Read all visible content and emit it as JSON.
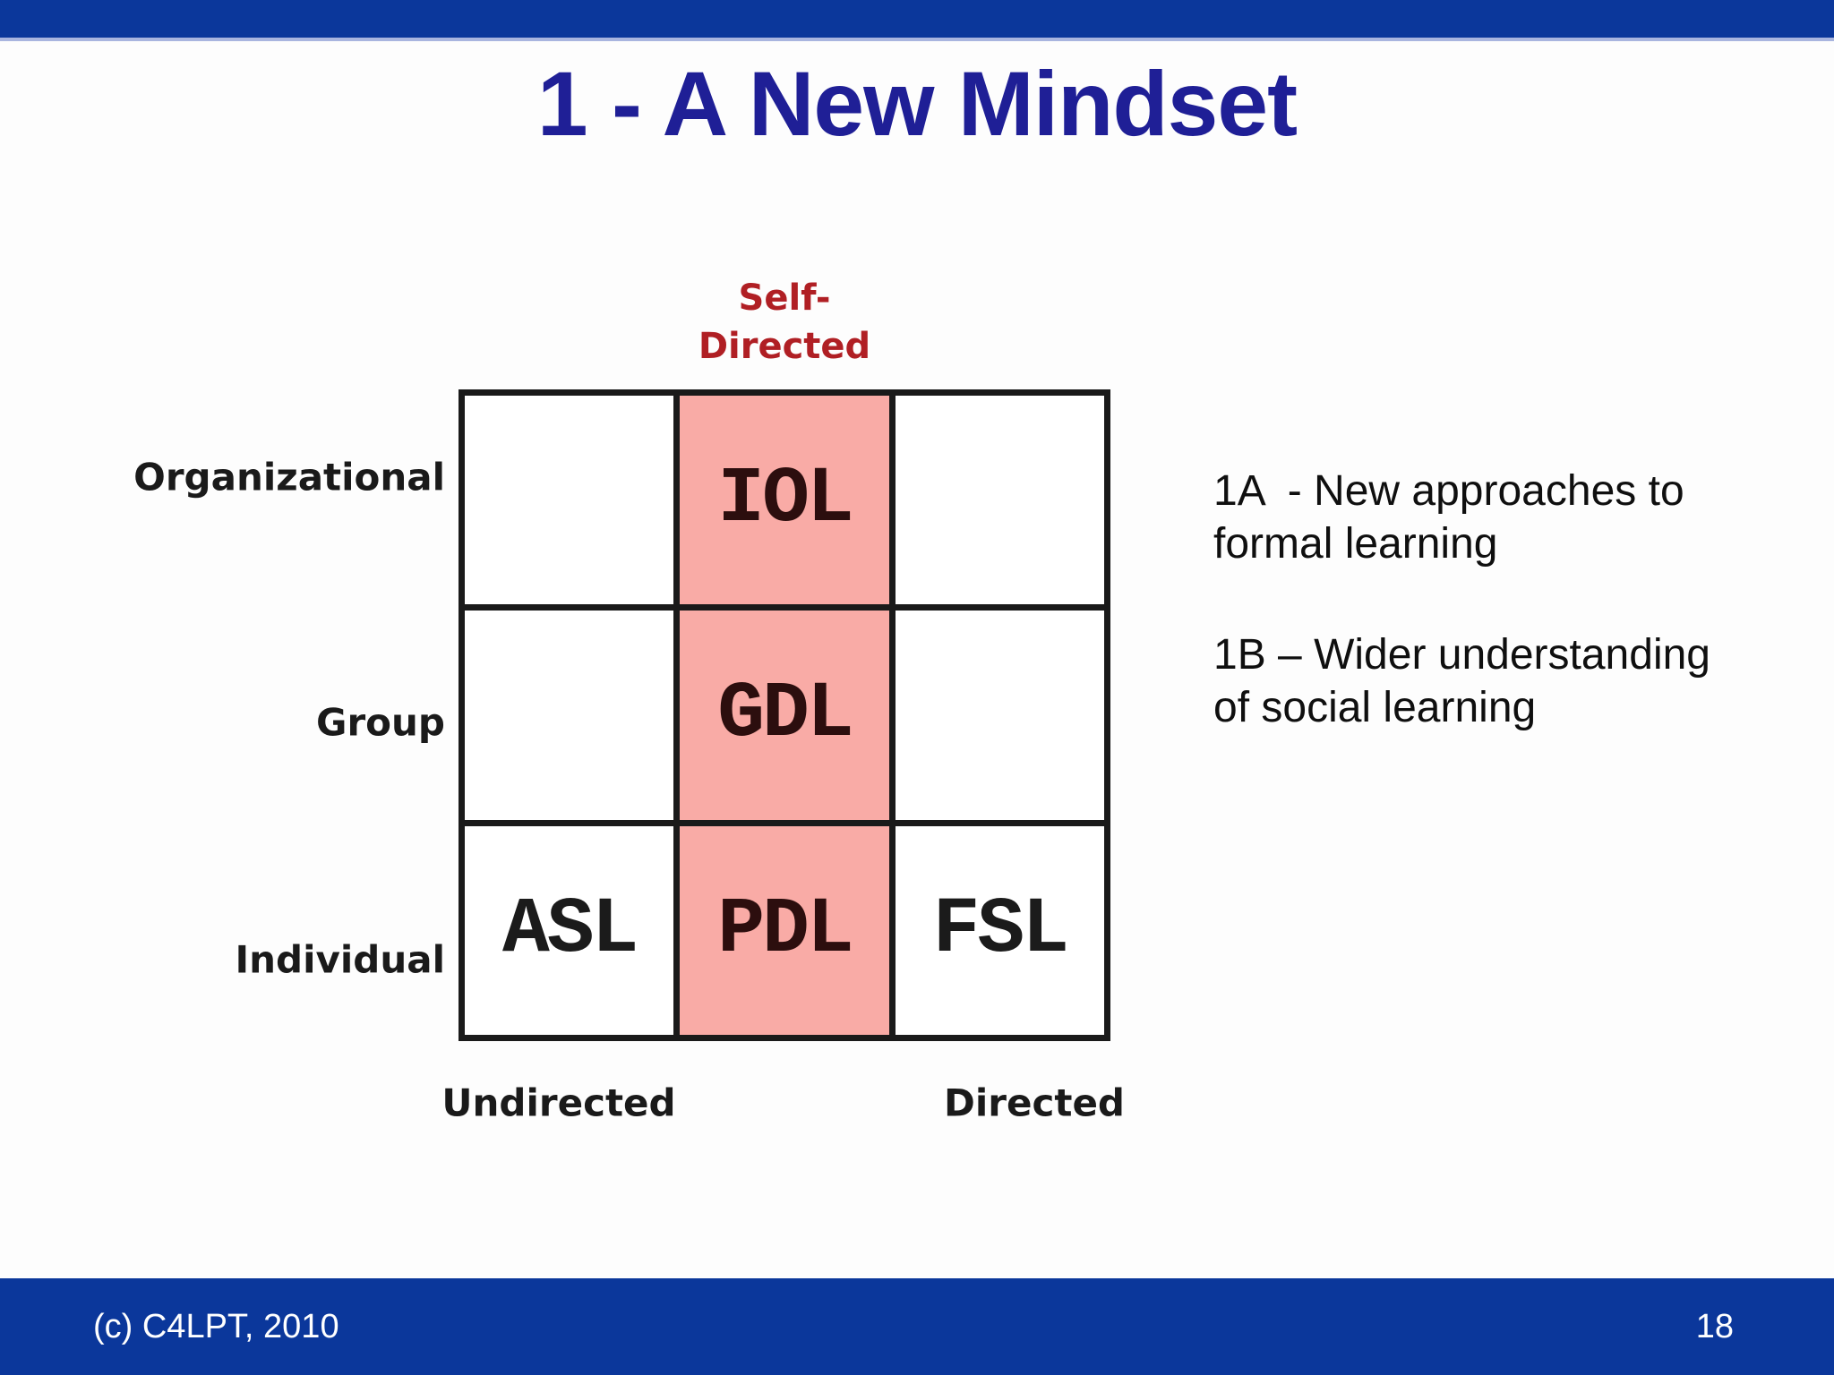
{
  "slide": {
    "title": "1 - A New Mindset",
    "footer_left": "(c) C4LPT, 2010",
    "page_number": "18",
    "colors": {
      "bar_blue": "#0B379B",
      "divider_light_blue": "#A9B5DF",
      "title_blue": "#1F1F96",
      "header_red": "#B01F24",
      "cell_pink": "#F9ABA6",
      "line_black": "#1A1A1A",
      "cell_text_maroon": "#2C0E0E"
    }
  },
  "matrix": {
    "column_header": "Self-\nDirected",
    "row_labels": [
      "Organizational",
      "Group",
      "Individual"
    ],
    "bottom_labels": [
      "Undirected",
      "Directed"
    ],
    "cells": [
      [
        "",
        "IOL",
        ""
      ],
      [
        "",
        "GDL",
        ""
      ],
      [
        "ASL",
        "PDL",
        "FSL"
      ]
    ]
  },
  "notes": [
    "1A  - New approaches to\nformal learning",
    "1B – Wider understanding\nof social learning"
  ]
}
